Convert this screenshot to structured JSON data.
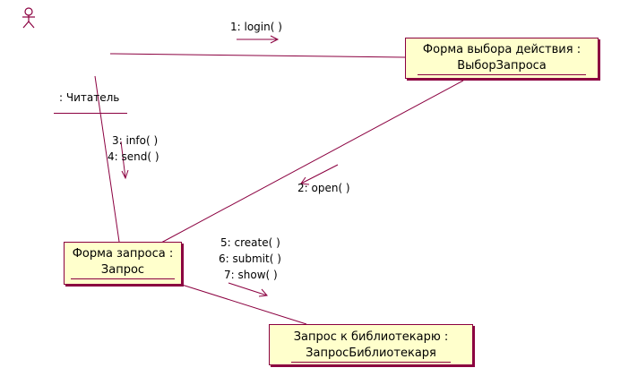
{
  "actor": {
    "name": ": Читатель"
  },
  "objects": {
    "select_form": {
      "line1": "Форма выбора действия :",
      "line2": "ВыборЗапроса"
    },
    "request_form": {
      "line1": "Форма запроса :",
      "line2": "Запрос"
    },
    "librarian_request": {
      "line1": "Запрос к библиотекарю :",
      "line2": "ЗапросБиблиотекаря"
    }
  },
  "messages": {
    "login": "1: login( )",
    "open": "2: open( )",
    "info": "3: info( )",
    "send": "4: send( )",
    "create": "5: create( )",
    "submit": "6: submit( )",
    "show": "7: show( )"
  },
  "colors": {
    "line": "#8b0040",
    "object_fill": "#ffffcc"
  }
}
